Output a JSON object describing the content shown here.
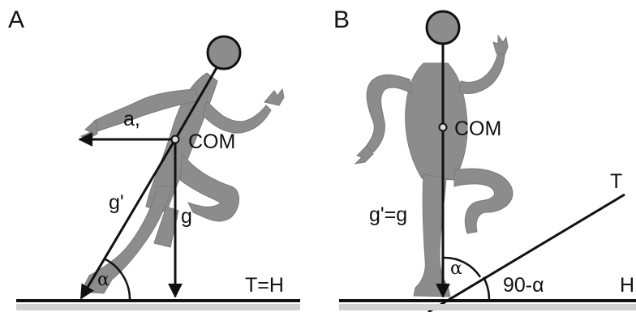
{
  "panels": [
    {
      "letter": "A",
      "labels": {
        "accel": "a,",
        "com": "COM",
        "g_prime": "g'",
        "g": "g",
        "alpha": "α",
        "surface": "T=H"
      }
    },
    {
      "letter": "B",
      "labels": {
        "com": "COM",
        "g_eq": "g'=g",
        "alpha": "α",
        "complement": "90-α",
        "T": "T",
        "H": "H"
      }
    }
  ],
  "colors": {
    "silhouette": "#8c8c8c",
    "ink": "#111111"
  }
}
